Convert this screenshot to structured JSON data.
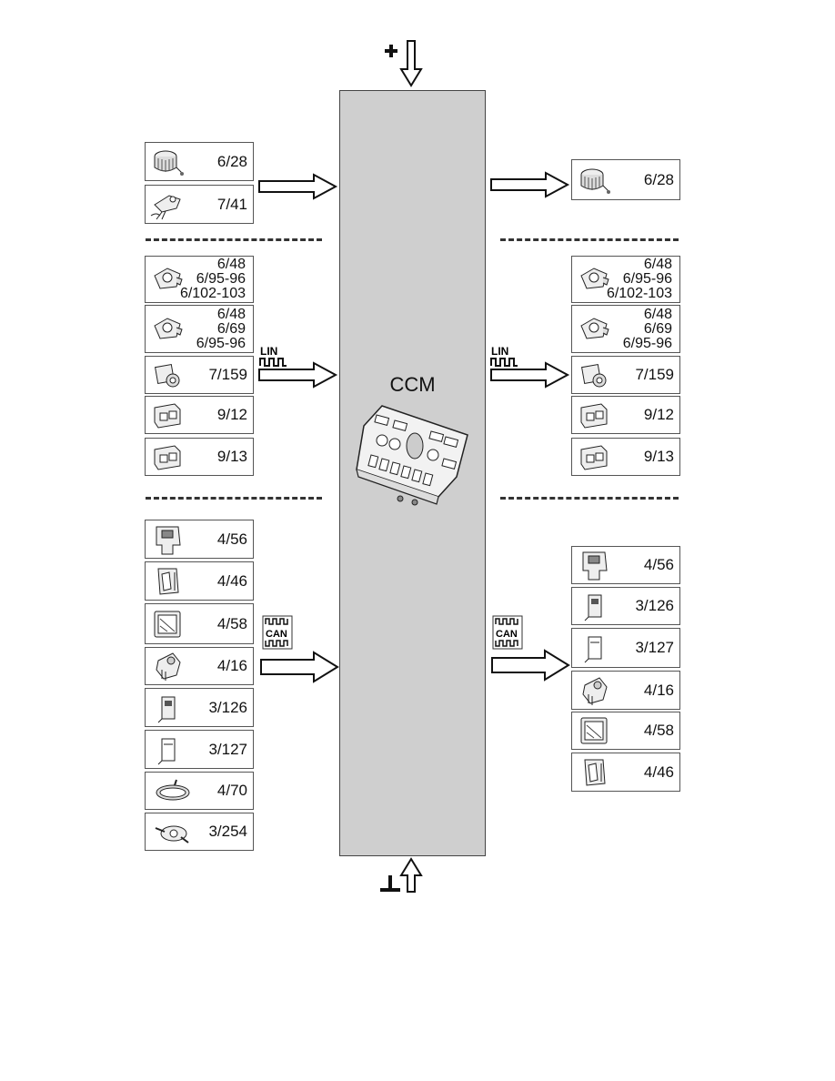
{
  "ccm": {
    "title": "CCM"
  },
  "bus": {
    "lin_label": "LIN",
    "can_label": "CAN"
  },
  "left": {
    "group1": [
      {
        "label": "6/28",
        "icon": "blower-motor-icon"
      },
      {
        "label": "7/41",
        "icon": "sensor-bracket-icon"
      }
    ],
    "group2": [
      {
        "label": "6/48\n6/95-96\n6/102-103",
        "icon": "actuator-motor-icon"
      },
      {
        "label": "6/48\n6/69\n6/95-96",
        "icon": "actuator-motor-icon"
      },
      {
        "label": "7/159",
        "icon": "sensor-icon"
      },
      {
        "label": "9/12",
        "icon": "switch-module-icon"
      },
      {
        "label": "9/13",
        "icon": "switch-module-icon"
      }
    ],
    "group3": [
      {
        "label": "4/56",
        "icon": "control-module-icon"
      },
      {
        "label": "4/46",
        "icon": "control-module-icon"
      },
      {
        "label": "4/58",
        "icon": "control-module-icon"
      },
      {
        "label": "4/16",
        "icon": "control-module-icon"
      },
      {
        "label": "3/126",
        "icon": "switch-icon"
      },
      {
        "label": "3/127",
        "icon": "switch-icon"
      },
      {
        "label": "4/70",
        "icon": "rear-view-mirror-icon"
      },
      {
        "label": "3/254",
        "icon": "steering-wheel-module-icon"
      }
    ]
  },
  "right": {
    "group1": [
      {
        "label": "6/28",
        "icon": "blower-motor-icon"
      }
    ],
    "group2": [
      {
        "label": "6/48\n6/95-96\n6/102-103",
        "icon": "actuator-motor-icon"
      },
      {
        "label": "6/48\n6/69\n6/95-96",
        "icon": "actuator-motor-icon"
      },
      {
        "label": "7/159",
        "icon": "sensor-icon"
      },
      {
        "label": "9/12",
        "icon": "switch-module-icon"
      },
      {
        "label": "9/13",
        "icon": "switch-module-icon"
      }
    ],
    "group3": [
      {
        "label": "4/56",
        "icon": "control-module-icon"
      },
      {
        "label": "3/126",
        "icon": "switch-icon"
      },
      {
        "label": "3/127",
        "icon": "switch-icon"
      },
      {
        "label": "4/16",
        "icon": "control-module-icon"
      },
      {
        "label": "4/58",
        "icon": "control-module-icon"
      },
      {
        "label": "4/46",
        "icon": "control-module-icon"
      }
    ]
  }
}
